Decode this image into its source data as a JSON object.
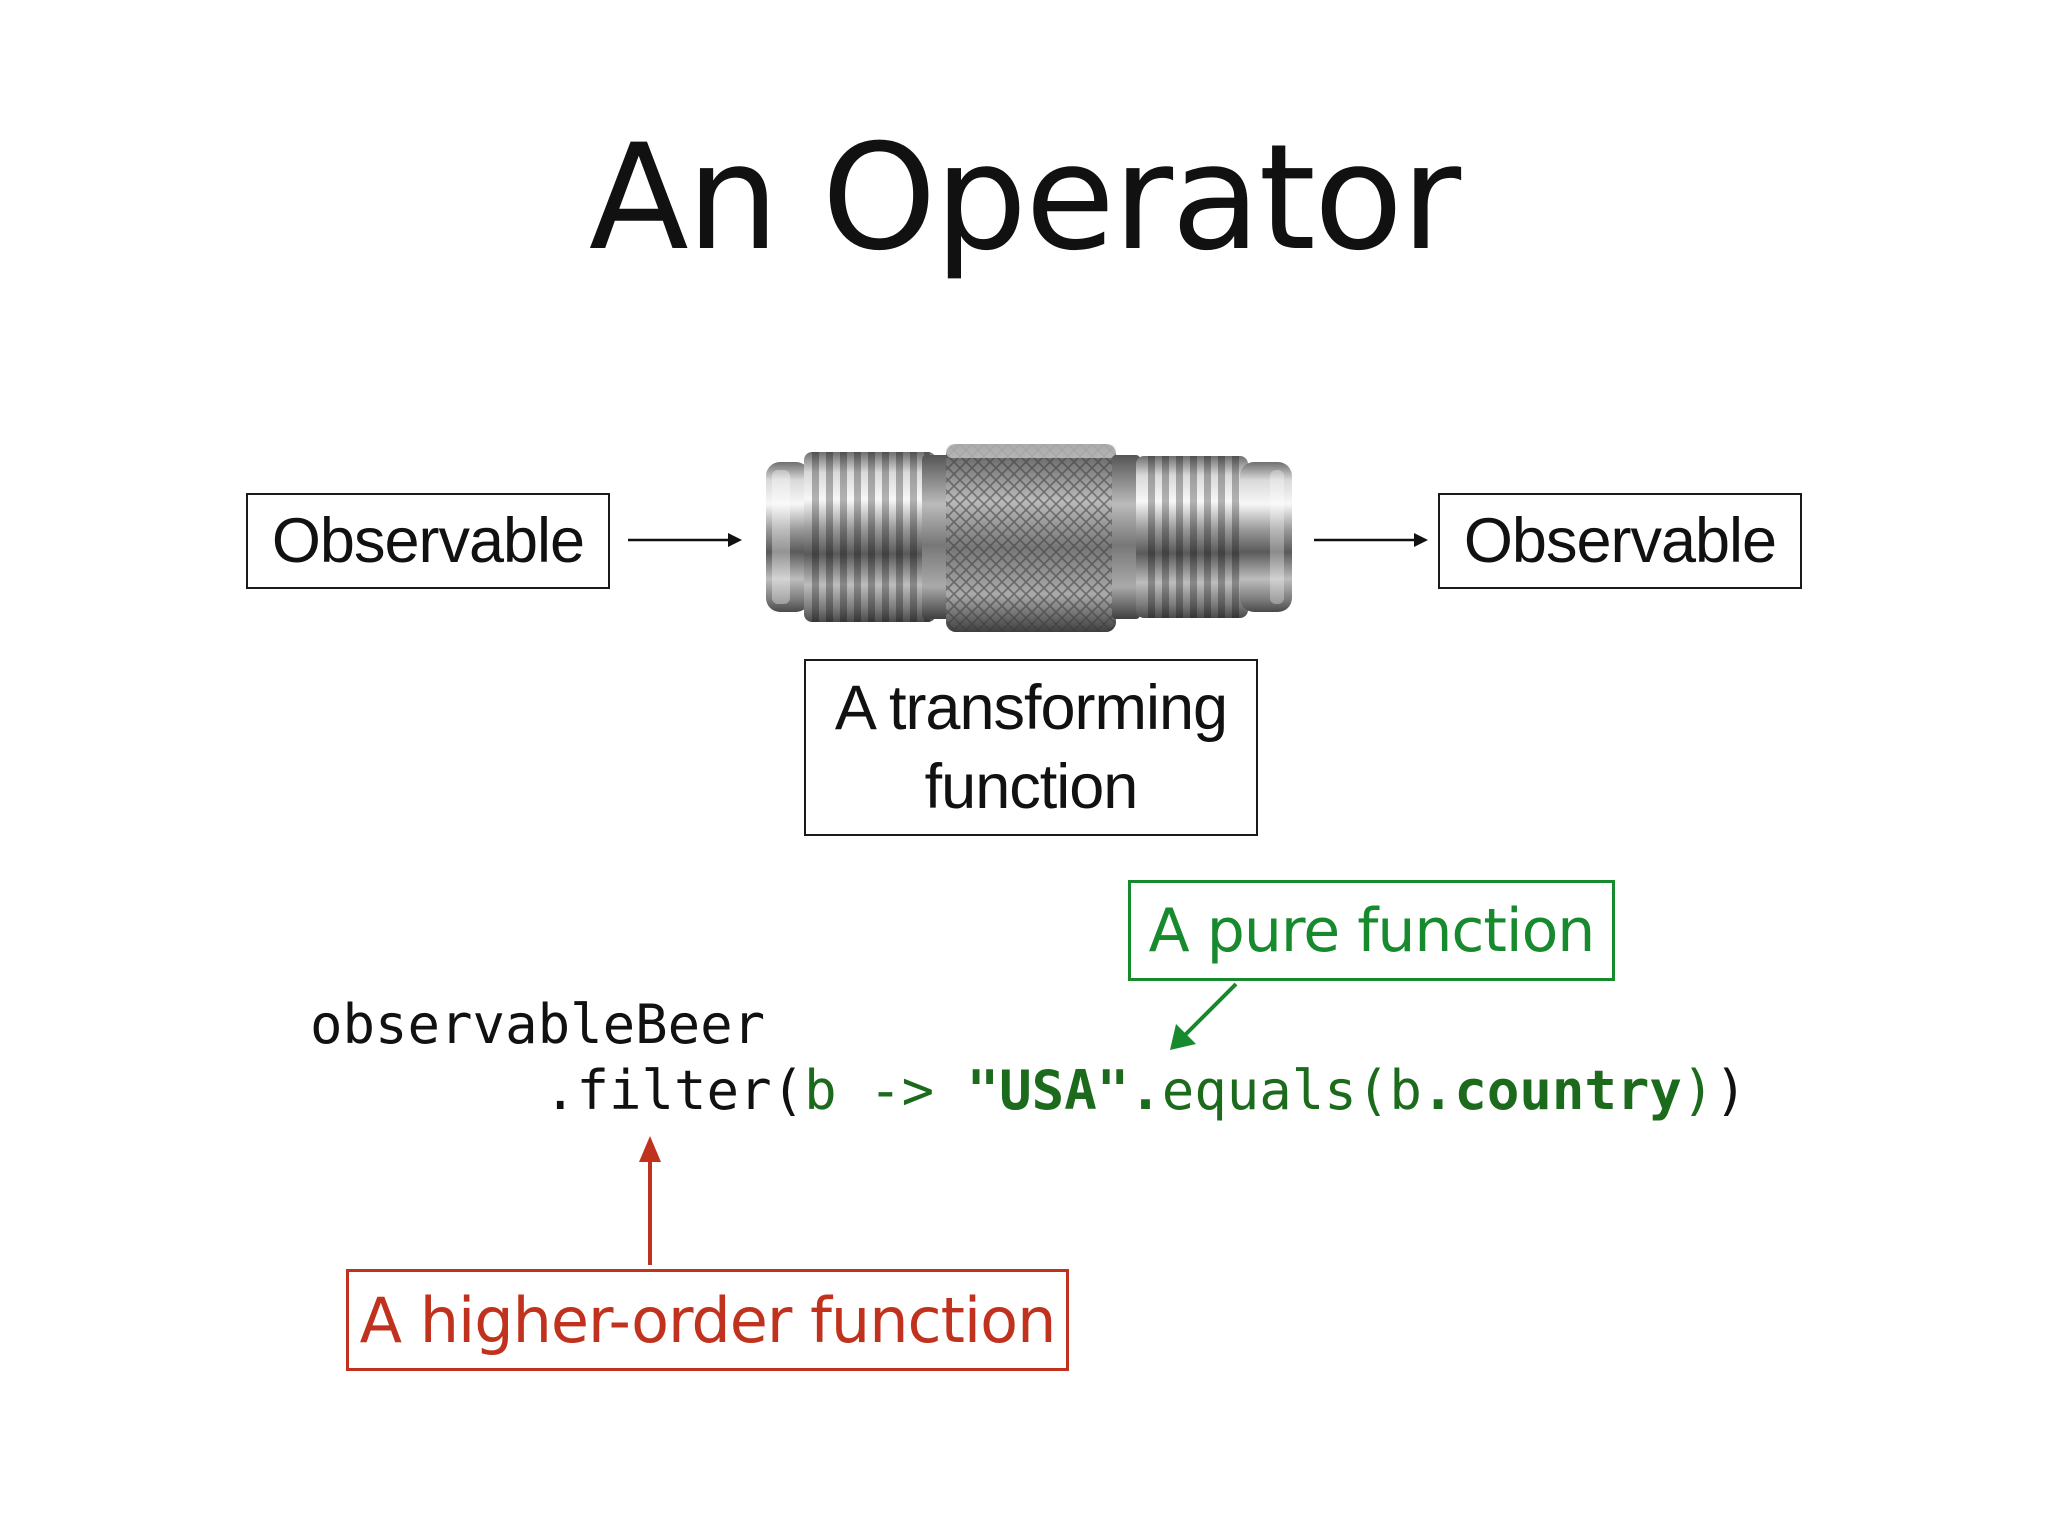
{
  "title": "An Operator",
  "diagram": {
    "input_label": "Observable",
    "output_label": "Observable",
    "transform_label_line1": "A transforming",
    "transform_label_line2": "function",
    "connector_image": "coaxial-connector-adapter"
  },
  "code": {
    "line1": "observableBeer",
    "method": ".filter(",
    "lambda_param": "b",
    "arrow": " -> ",
    "string_literal": "\"USA\"",
    "dot1": ".",
    "equals_call": "equals(",
    "arg_object": "b",
    "arg_field": ".country",
    "close_inner": ")",
    "close_outer": ")"
  },
  "callouts": {
    "pure_function": "A pure function",
    "higher_order_function": "A higher-order function"
  },
  "colors": {
    "pure_function": "#178a2e",
    "higher_order_function": "#c0321e",
    "code_green": "#1c6b1c"
  }
}
